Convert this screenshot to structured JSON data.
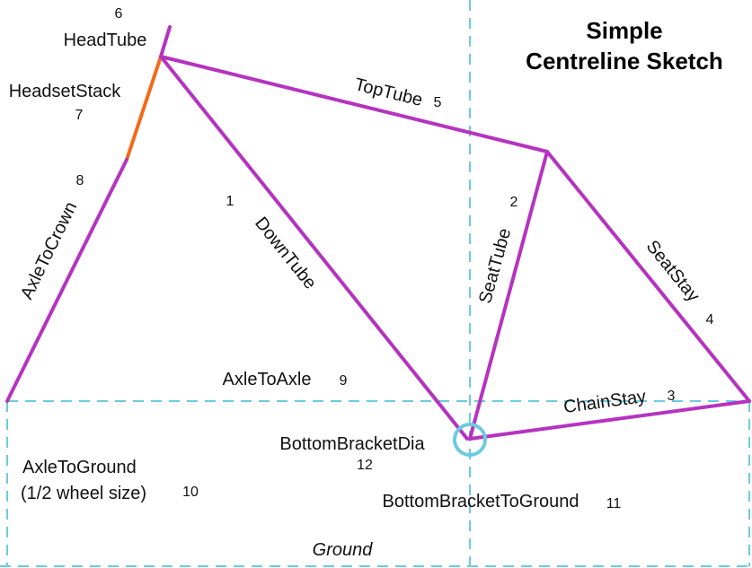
{
  "title": {
    "line1": "Simple",
    "line2": "Centreline Sketch"
  },
  "colors": {
    "tube": "#b533c0",
    "headset_stack": "#f26a1b",
    "guide": "#6ccbe0",
    "bottom_bracket": "#6ccbe0",
    "text": "#111111"
  },
  "parts": {
    "down_tube": {
      "label": "DownTube",
      "number": "1"
    },
    "seat_tube": {
      "label": "SeatTube",
      "number": "2"
    },
    "chain_stay": {
      "label": "ChainStay",
      "number": "3"
    },
    "seat_stay": {
      "label": "SeatStay",
      "number": "4"
    },
    "top_tube": {
      "label": "TopTube",
      "number": "5"
    },
    "head_tube": {
      "label": "HeadTube",
      "number": "6"
    },
    "headset_stack": {
      "label": "HeadsetStack",
      "number": "7"
    },
    "axle_to_crown": {
      "label": "AxleToCrown",
      "number": "8"
    },
    "axle_to_axle": {
      "label": "AxleToAxle",
      "number": "9"
    },
    "axle_to_ground": {
      "label": "AxleToGround",
      "sublabel": "(1/2 wheel size)",
      "number": "10"
    },
    "bottom_bracket_to_ground": {
      "label": "BottomBracketToGround",
      "number": "11"
    },
    "bottom_bracket_dia": {
      "label": "BottomBracketDia",
      "number": "12"
    }
  },
  "ground": {
    "label": "Ground"
  }
}
